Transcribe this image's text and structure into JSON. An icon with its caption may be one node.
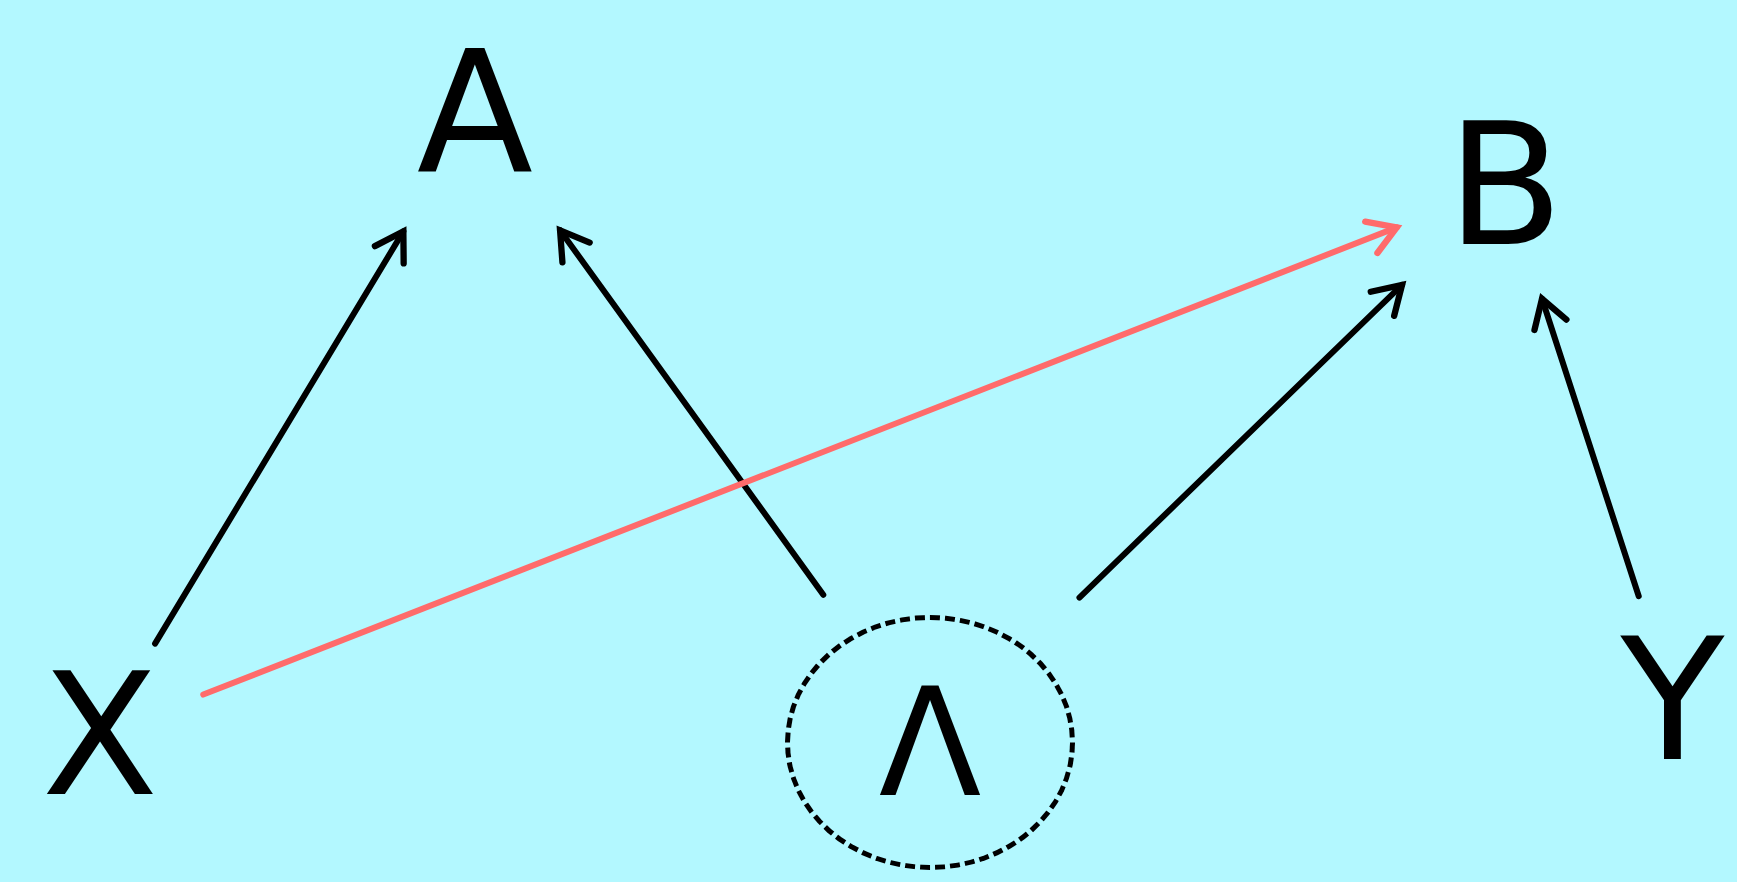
{
  "diagram": {
    "nodes": [
      {
        "text": [
          "A"
        ]
      },
      {
        "text": [
          "B"
        ]
      },
      {
        "text": [
          "X"
        ]
      },
      {
        "text": [
          "Λ"
        ]
      },
      {
        "text": [
          "Y"
        ]
      }
    ],
    "edges": [
      {
        "from": 2,
        "to": 0,
        "arrow": "to"
      },
      {
        "from": 3,
        "to": 0,
        "arrow": "to"
      },
      {
        "from": 2,
        "to": 1,
        "arrow": "to",
        "color": "#ff6b6b"
      },
      {
        "from": 3,
        "to": 1,
        "arrow": "to"
      },
      {
        "from": 4,
        "to": 1,
        "arrow": "to"
      }
    ]
  }
}
